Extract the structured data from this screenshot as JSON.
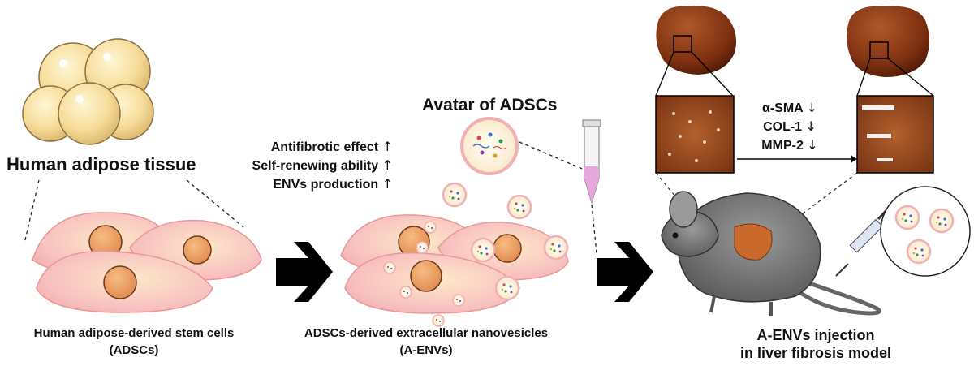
{
  "labels": {
    "tissue": "Human adipose tissue",
    "avatar": "Avatar of ADSCs"
  },
  "effects": [
    {
      "text": "Antifibrotic effect",
      "arrow": "↑"
    },
    {
      "text": "Self-renewing ability",
      "arrow": "↑"
    },
    {
      "text": "ENVs production",
      "arrow": "↑"
    }
  ],
  "markers": [
    {
      "text": "α-SMA",
      "arrow": "↓"
    },
    {
      "text": "COL-1",
      "arrow": "↓"
    },
    {
      "text": "MMP-2",
      "arrow": "↓"
    }
  ],
  "captions": {
    "adscs_line1": "Human adipose-derived stem cells",
    "adscs_line2": "(ADSCs)",
    "aenvs_line1": "ADSCs-derived extracellular nanovesicles",
    "aenvs_line2": "(A-ENVs)",
    "injection_line1": "A-ENVs injection",
    "injection_line2": "in liver fibrosis model"
  },
  "colors": {
    "fat_cell": "#f5dc98",
    "cell_body": "#f9c4c4",
    "nucleus": "#f0a16a",
    "liver": "#7a2e12",
    "mouse": "#6b6b6b",
    "vesicle": "#f5d08c",
    "tube": "#e6a8dc"
  }
}
